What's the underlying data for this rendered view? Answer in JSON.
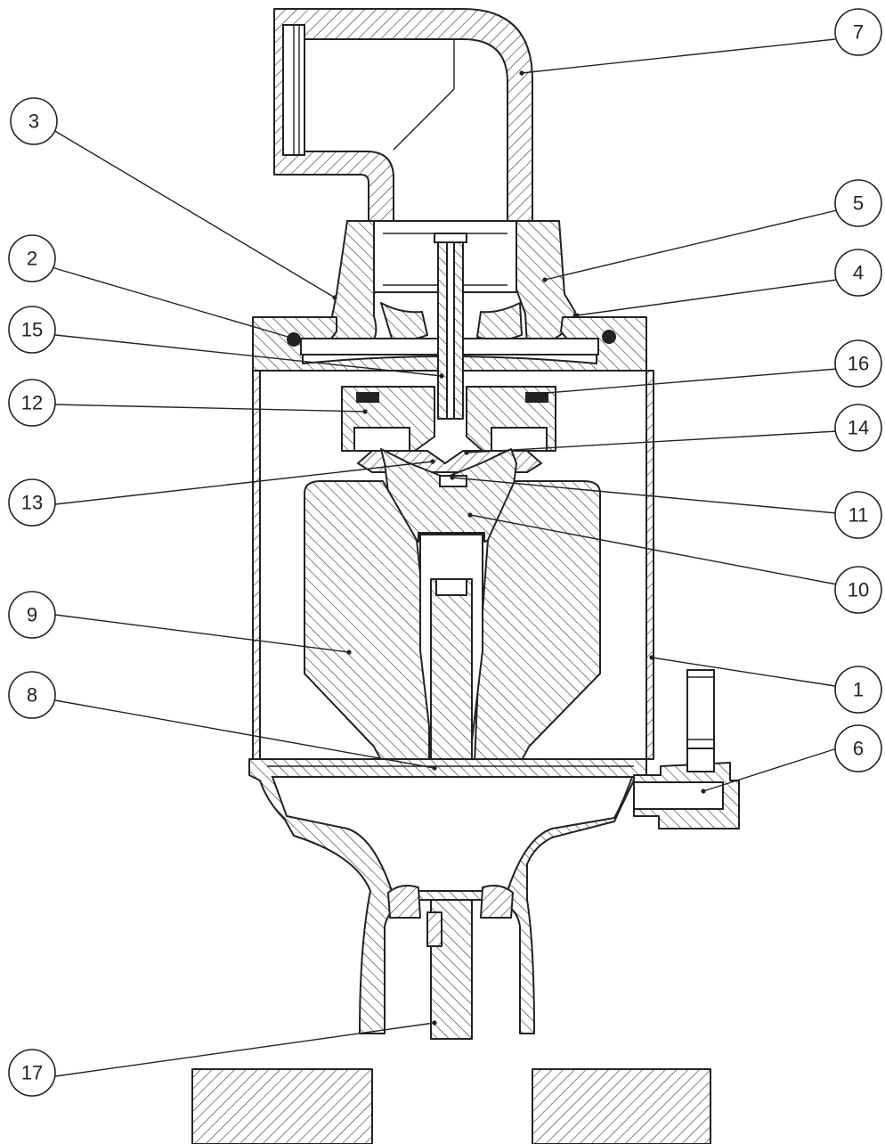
{
  "callouts": [
    {
      "id": "c7",
      "label": "7"
    },
    {
      "id": "c3",
      "label": "3"
    },
    {
      "id": "c5",
      "label": "5"
    },
    {
      "id": "c2",
      "label": "2"
    },
    {
      "id": "c4",
      "label": "4"
    },
    {
      "id": "c15",
      "label": "15"
    },
    {
      "id": "c16",
      "label": "16"
    },
    {
      "id": "c12",
      "label": "12"
    },
    {
      "id": "c14",
      "label": "14"
    },
    {
      "id": "c13",
      "label": "13"
    },
    {
      "id": "c11",
      "label": "11"
    },
    {
      "id": "c10",
      "label": "10"
    },
    {
      "id": "c9",
      "label": "9"
    },
    {
      "id": "c1",
      "label": "1"
    },
    {
      "id": "c8",
      "label": "8"
    },
    {
      "id": "c6",
      "label": "6"
    },
    {
      "id": "c17",
      "label": "17"
    }
  ]
}
